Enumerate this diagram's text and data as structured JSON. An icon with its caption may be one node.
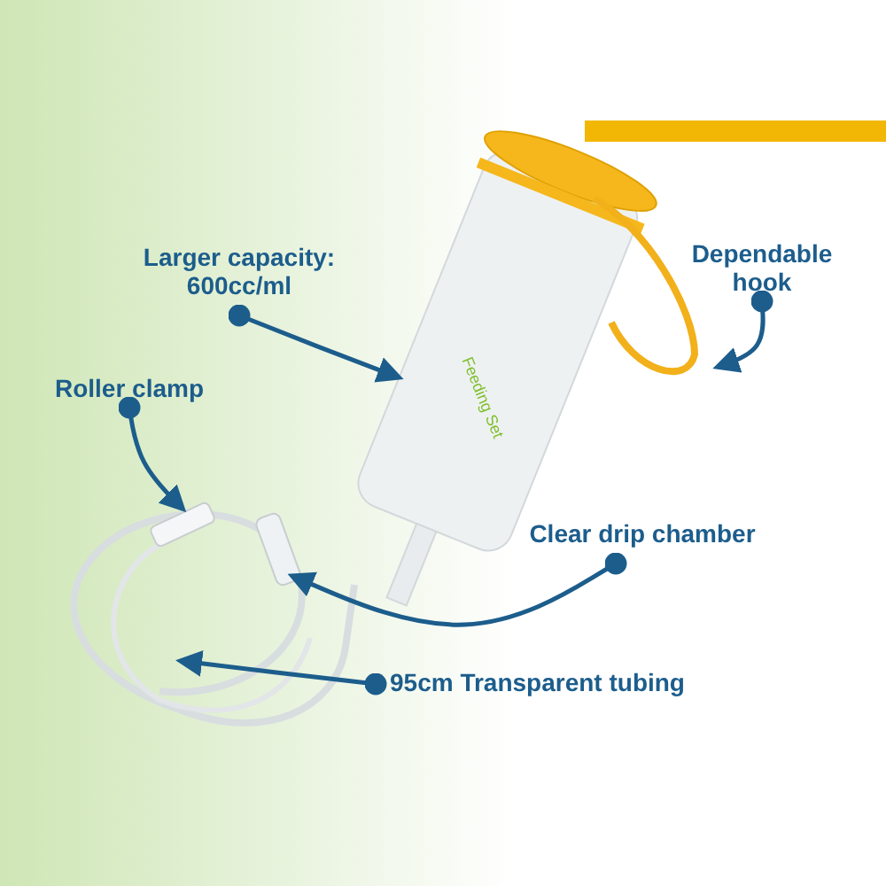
{
  "diagram": {
    "nodes": [
      {
        "text": [
          "Larger capacity: 600cc/ml"
        ]
      },
      {
        "text": [
          "Dependable hook"
        ]
      },
      {
        "text": [
          "Roller clamp"
        ]
      },
      {
        "text": [
          "Clear drip chamber"
        ]
      },
      {
        "text": [
          "95cm Transparent tubing"
        ]
      }
    ],
    "edges": [
      {
        "from": 0,
        "to": null,
        "arrow": "to"
      },
      {
        "from": 1,
        "to": null,
        "arrow": "to"
      },
      {
        "from": 2,
        "to": null,
        "arrow": "to"
      },
      {
        "from": 3,
        "to": null,
        "arrow": "to"
      },
      {
        "from": 4,
        "to": null,
        "arrow": "to"
      }
    ],
    "labels": [
      "Feeding Set"
    ]
  }
}
